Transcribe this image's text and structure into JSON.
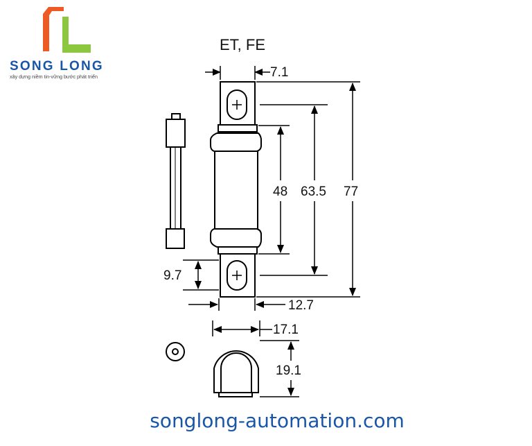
{
  "brand": {
    "name": "SONG LONG",
    "tagline": "xây dựng niềm tin-vững bước phát triển",
    "name_color": "#1a56a8",
    "logo_orange": "#ee5a24",
    "logo_green": "#8dc63f"
  },
  "diagram": {
    "title": "ET, FE",
    "dimensions": {
      "terminal_width": "7.1",
      "overall_length": "77",
      "hole_spacing": "63.5",
      "body_length": "48",
      "tag_height": "9.7",
      "tag_width": "12.7",
      "end_diameter": "17.1",
      "end_height": "19.1"
    }
  },
  "footer": {
    "website": "songlong-automation.com",
    "color": "#1a56a8"
  }
}
